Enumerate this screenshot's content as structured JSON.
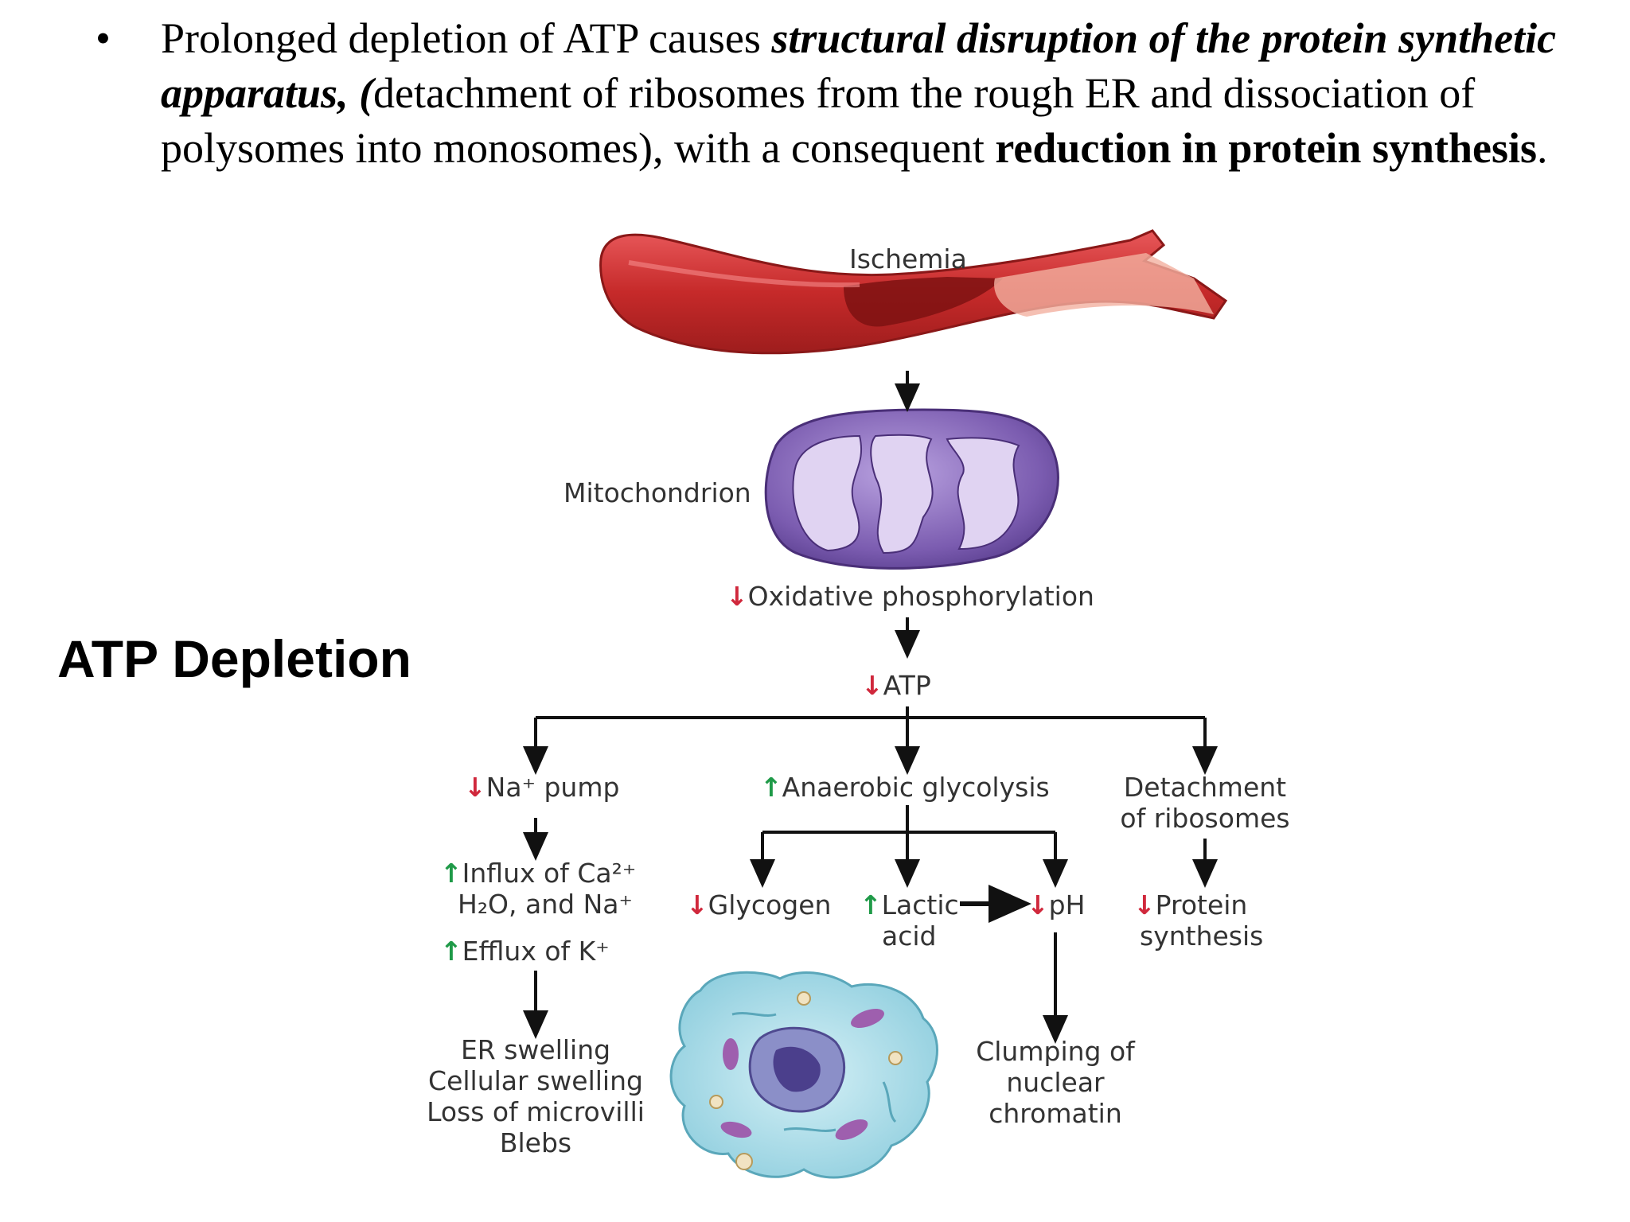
{
  "bullet": {
    "marker": "•",
    "text_1": "Prolonged depletion of ATP causes ",
    "text_2_bi": "structural disruption of the protein synthetic apparatus, (",
    "text_3": "detachment of ribosomes from the rough ER and dissociation of polysomes into monosomes), with a consequent ",
    "text_4_b": "reduction in protein synthesis",
    "text_5": "."
  },
  "side_title": "ATP Depletion",
  "diagram": {
    "ischemia": "Ischemia",
    "mitochondrion": "Mitochondrion",
    "oxphos": "Oxidative phosphorylation",
    "atp": "ATP",
    "na_pump": "Na⁺ pump",
    "anaerobic": "Anaerobic glycolysis",
    "detach_1": "Detachment",
    "detach_2": "of ribosomes",
    "influx_1": "Influx of Ca²⁺",
    "influx_2": "H₂O, and Na⁺",
    "efflux": "Efflux of K⁺",
    "glycogen": "Glycogen",
    "lactic_1": "Lactic",
    "lactic_2": "acid",
    "ph": "pH",
    "protein_1": "Protein",
    "protein_2": "synthesis",
    "er_1": "ER swelling",
    "er_2": "Cellular swelling",
    "er_3": "Loss of microvilli",
    "er_4": "Blebs",
    "clump_1": "Clumping of",
    "clump_2": "nuclear",
    "clump_3": "chromatin",
    "down_arrow_glyph": "↓",
    "up_arrow_glyph": "↑"
  },
  "colors": {
    "decrease": "#d0283c",
    "increase": "#1f9a48",
    "vessel": "#c62a2a",
    "mitochondrion": "#7b5cb0",
    "cell": "#a9dbe6"
  },
  "icons": [
    "blood-vessel-icon",
    "mitochondrion-icon",
    "cell-icon"
  ]
}
